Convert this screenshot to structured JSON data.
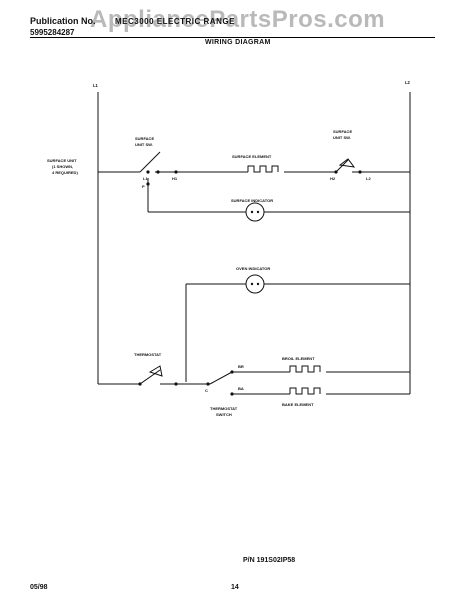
{
  "header": {
    "publication_label": "Publication No.",
    "publication_number": "5995284287",
    "model_line": "MEC3000 ELECTRIC RANGE",
    "watermark": "AppliancePartsPros.com",
    "title": "WIRING DIAGRAM"
  },
  "lines": {
    "l1": "L1",
    "l2": "L2"
  },
  "labels": {
    "surface_unit_sw_left": [
      "SURFACE",
      "UNIT SW."
    ],
    "surface_unit_sw_right": [
      "SURFACE",
      "UNIT SW."
    ],
    "surface_unit": [
      "SURFACE UNIT",
      "(1 SHOWN,",
      "4 REQUIRED)"
    ],
    "surface_element": "SURFACE ELEMENT",
    "surface_indicator": "SURFACE INDICATOR",
    "oven_indicator": "OVEN INDICATOR",
    "thermostat": "THERMOSTAT",
    "broil_element": "BROIL ELEMENT",
    "bake_element": "BAKE ELEMENT",
    "thermostat_switch": [
      "THERMOSTAT",
      "SWITCH"
    ]
  },
  "terminals": {
    "l1": "L1",
    "p": "P",
    "h1": "H1",
    "h2": "H2",
    "l2": "L2",
    "c": "C",
    "br": "BR",
    "ba": "BA"
  },
  "footer": {
    "part_number": "P/N 191S02IP58",
    "date": "05/98",
    "page": "14"
  }
}
